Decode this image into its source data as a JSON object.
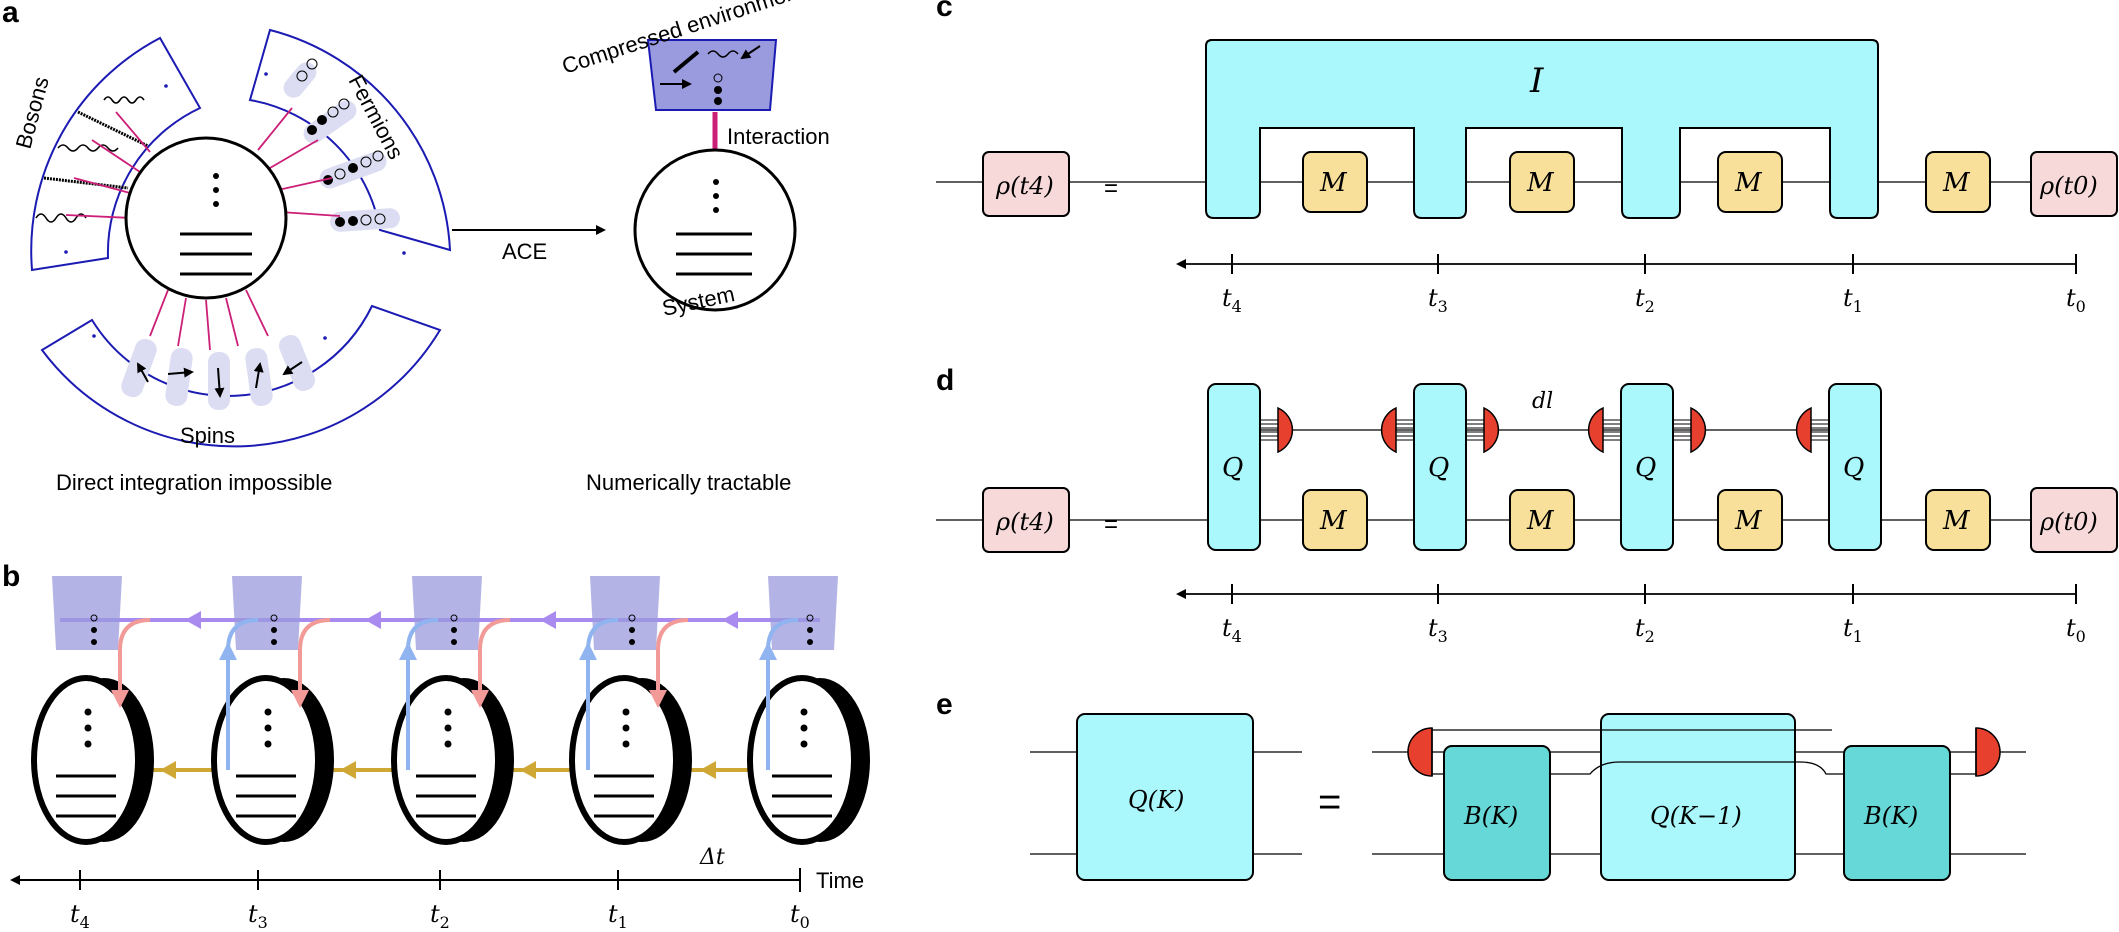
{
  "panels": {
    "a": {
      "letter": "a",
      "bosons": "Bosons",
      "fermions": "Fermions",
      "spins": "Spins",
      "ace": "ACE",
      "compressed": "Compressed environment",
      "interaction": "Interaction",
      "system": "System",
      "caption_left": "Direct integration impossible",
      "caption_right": "Numerically tractable"
    },
    "b": {
      "letter": "b",
      "dt": "Δt",
      "time": "Time",
      "ticks": [
        "t4",
        "t3",
        "t2",
        "t1",
        "t0"
      ]
    },
    "c": {
      "letter": "c",
      "rho_left": "ρ(t4)",
      "rho_right": "ρ(t0)",
      "equals": "=",
      "influence": "I",
      "m": "M",
      "ticks": [
        "t4",
        "t3",
        "t2",
        "t1",
        "t0"
      ]
    },
    "d": {
      "letter": "d",
      "rho_left": "ρ(t4)",
      "rho_right": "ρ(t0)",
      "equals": "=",
      "q": "Q",
      "m": "M",
      "dl": "dl",
      "ticks": [
        "t4",
        "t3",
        "t2",
        "t1",
        "t0"
      ]
    },
    "e": {
      "letter": "e",
      "qk": "Q(K)",
      "equals": "=",
      "bk": "B(K)",
      "qk1": "Q(K−1)"
    }
  },
  "colors": {
    "cyan": "#aaf8fb",
    "teal": "#66d8d8",
    "yellow": "#f8e09a",
    "pink": "#f7d9d9",
    "red": "#e8402e",
    "blue_border": "#1b1bb3",
    "magenta": "#cc1f77",
    "purple": "#a98bf0",
    "salmon": "#f29a98",
    "lightblue": "#8fb4f0",
    "gold": "#cfa735",
    "env_fill": "#9a9ade",
    "lavender": "#dcdcf2"
  }
}
